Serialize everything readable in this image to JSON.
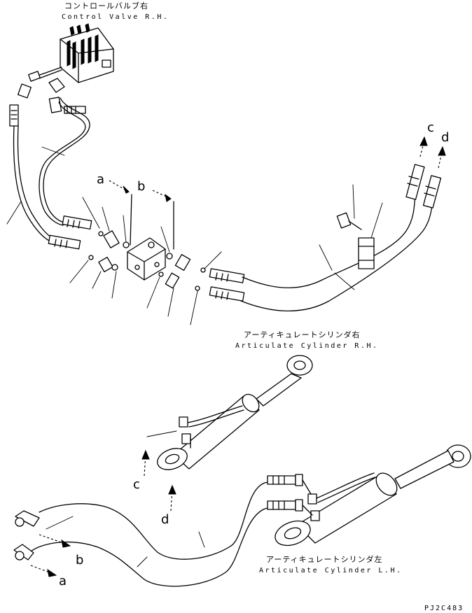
{
  "labels": {
    "control_valve_jp": "コントロールバルブ右",
    "control_valve_en": "Control Valve R.H.",
    "cyl_rh_jp": "アーティキュレートシリンダ右",
    "cyl_rh_en": "Articulate Cylinder R.H.",
    "cyl_lh_jp": "アーティキュレートシリンダ左",
    "cyl_lh_en": "Articulate Cylinder L.H.",
    "drawing_code": "PJ2C483"
  },
  "reference_letters": {
    "a_top": "a",
    "b_top": "b",
    "c_top": "c",
    "d_top": "d",
    "c_mid": "c",
    "d_mid": "d",
    "b_bottom": "b",
    "a_bottom": "a"
  }
}
